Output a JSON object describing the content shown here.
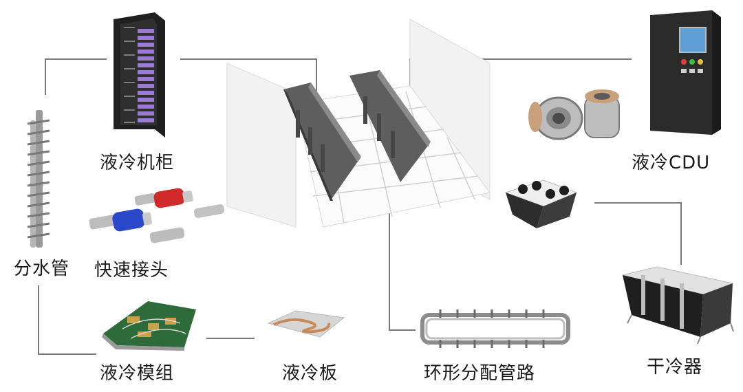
{
  "labels": {
    "cabinet": "液冷机柜",
    "manifold": "分水管",
    "quick_connector": "快速接头",
    "module": "液冷模组",
    "cold_plate": "液冷板",
    "ring_pipe": "环形分配管路",
    "cdu": "液冷CDU",
    "dry_cooler": "干冷器"
  },
  "colors": {
    "line": "#7a7a7a",
    "rack_dark": "#2b2b2b",
    "rack_purple": "#9b7bd6",
    "room_wall": "#f0f0f0",
    "server": "#6e6e6e",
    "connector_red": "#d12a2a",
    "connector_blue": "#2a48c9",
    "pcb_green": "#2e6b3a",
    "copper": "#c98a5a"
  }
}
